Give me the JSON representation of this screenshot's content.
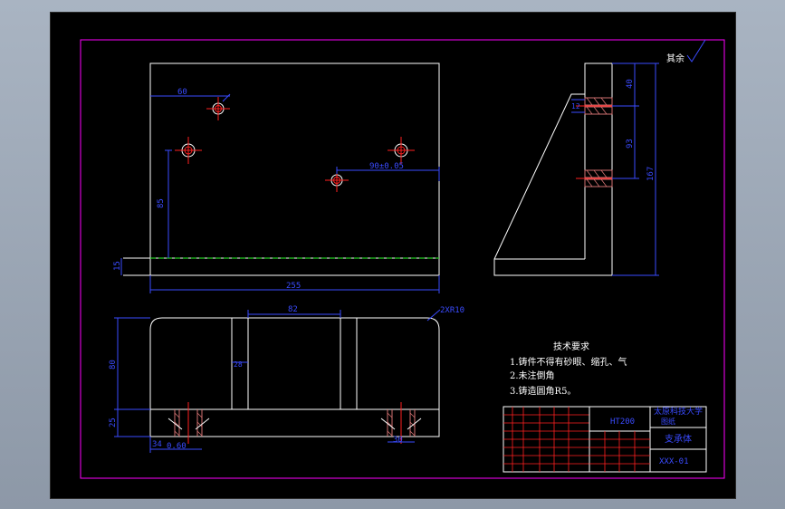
{
  "drawing": {
    "surface_finish_label": "其余",
    "colors": {
      "background": "#000000",
      "frame": "#ff00ff",
      "outline": "#ffffff",
      "dimension": "#3a4bff",
      "center": "#ff2020",
      "hidden": "#22cc22",
      "hatch": "#d07070"
    }
  },
  "front_view": {
    "dim_hole_x": "60",
    "dim_hole_y": "85",
    "dim_hole_spacing": "90±0.05",
    "dim_base": "15",
    "dim_length": "255"
  },
  "side_view": {
    "dim_top": "40",
    "dim_middle": "93",
    "dim_height": "167",
    "dim_cb": "12"
  },
  "bottom_view": {
    "dim_slot": "82",
    "dim_height": "80",
    "dim_inner": "28",
    "dim_base": "25",
    "dim_radius": "2XR10",
    "dim_hole_a": "34",
    "dim_hole_b": "0.60",
    "dim_hole_c": "30"
  },
  "tech_requirements": {
    "title": "技术要求",
    "items": [
      "1.铸件不得有砂眼、缩孔、气",
      "2.未注倒角",
      "3.铸造圆角R5。"
    ]
  },
  "title_block": {
    "material": "HT200",
    "company": "太原科技大学",
    "part_name": "支承体",
    "drawing_number": "XXX-01",
    "sheet_label": "图纸"
  }
}
